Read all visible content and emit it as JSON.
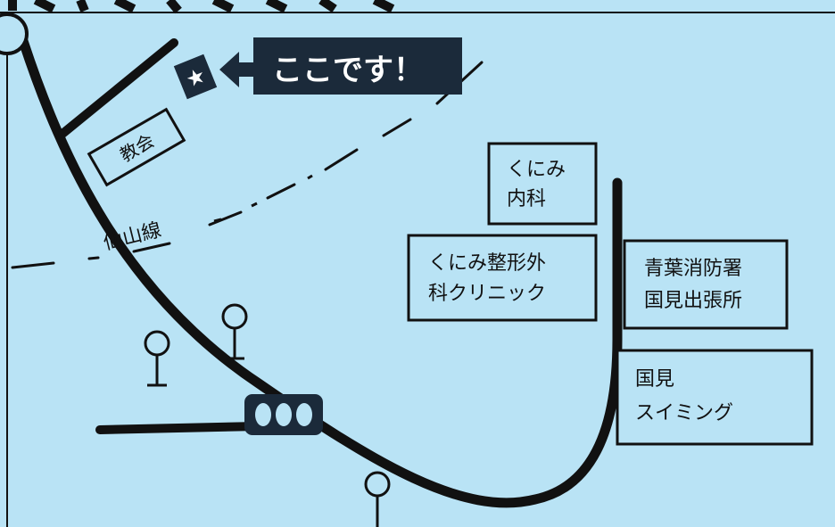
{
  "map": {
    "here_label": "ここです！",
    "church": "教会",
    "railway": "仙山線",
    "kunimi_naika": [
      "くにみ",
      "内科"
    ],
    "kunimi_seikei": [
      "くにみ整形外",
      "科クリニック"
    ],
    "fire_station": [
      "青葉消防署",
      "国見出張所"
    ],
    "swimming": [
      "国見",
      "スイミング"
    ],
    "star_symbol": "★",
    "header_text": "",
    "colors": {
      "background": "#b9e3f5",
      "ink": "#111111",
      "callout_bg": "#1b2a3a"
    }
  }
}
